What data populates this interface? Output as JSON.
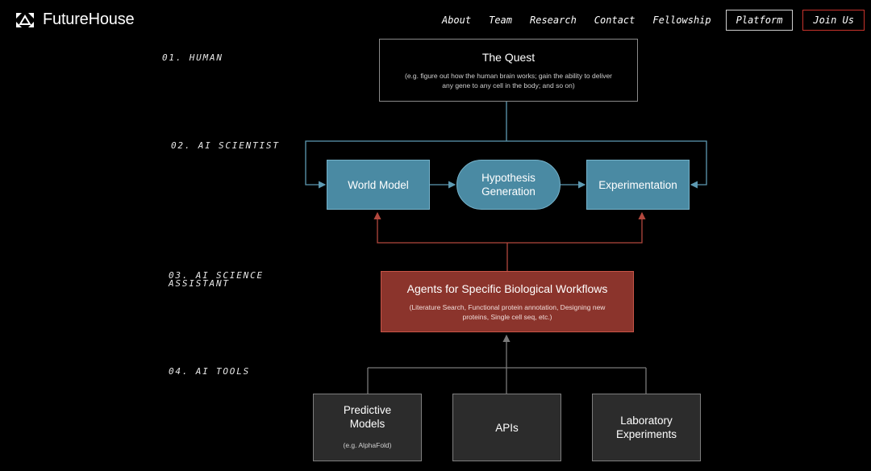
{
  "header": {
    "logo_text": "FutureHouse",
    "nav": [
      "About",
      "Team",
      "Research",
      "Contact",
      "Fellowship"
    ],
    "platform_label": "Platform",
    "join_label": "Join Us"
  },
  "levels": {
    "human": "01. HUMAN",
    "ai_scientist": "02. AI SCIENTIST",
    "assistant_line1": "03. AI SCIENCE",
    "assistant_line2": "ASSISTANT",
    "tools": "04. AI TOOLS"
  },
  "quest": {
    "title": "The Quest",
    "subtitle": "(e.g. figure out how the human brain works; gain the ability to deliver any gene to any cell in the body; and so on)"
  },
  "scientist": {
    "world_model": "World Model",
    "hypothesis_line1": "Hypothesis",
    "hypothesis_line2": "Generation",
    "experimentation": "Experimentation"
  },
  "agents": {
    "title": "Agents for Specific Biological Workflows",
    "subtitle": "(Literature Search, Functional protein annotation, Designing new proteins, Single cell seq, etc.)"
  },
  "tools": {
    "predictive_line1": "Predictive",
    "predictive_line2": "Models",
    "predictive_sub": "(e.g. AlphaFold)",
    "apis": "APIs",
    "lab_line1": "Laboratory",
    "lab_line2": "Experiments"
  },
  "colors": {
    "background": "#000000",
    "blue_node": "#4a8aa3",
    "blue_line": "#5e9ab2",
    "red_node": "#8b342c",
    "red_line": "#b3483e",
    "tool_node": "#2c2c2c",
    "join_border": "#c8332c"
  }
}
